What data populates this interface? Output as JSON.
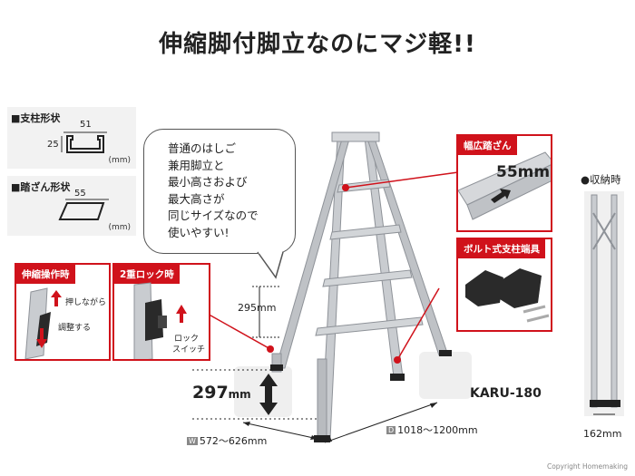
{
  "title": "伸縮脚付脚立なのにマジ軽!!",
  "pillar_shape": {
    "header": "■支柱形状",
    "width": "51",
    "height": "25",
    "unit": "(mm)"
  },
  "step_shape": {
    "header": "■踏ざん形状",
    "width": "55",
    "unit": "(mm)"
  },
  "bubble": {
    "lines": [
      "普通のはしご",
      "兼用脚立と",
      "最小高さおよび",
      "最大高さが",
      "同じサイズなので",
      "使いやすい!"
    ]
  },
  "wide_step": {
    "label": "幅広踏ざん",
    "value": "55mm"
  },
  "bolt_foot": {
    "label": "ボルト式支柱端具"
  },
  "storage": {
    "label": "●収納時",
    "width": "162mm"
  },
  "extend_op": {
    "label": "伸縮操作時",
    "press": "押しながら",
    "adjust": "調整する"
  },
  "double_lock": {
    "label": "2重ロック時",
    "lock": "ロック",
    "switch": "スイッチ"
  },
  "dims": {
    "leg_range": "295mm",
    "extend": "297",
    "extend_unit": "mm",
    "w_tag": "W",
    "w_value": "572～626mm",
    "d_tag": "D",
    "d_value": "1018～1200mm"
  },
  "model": "KARU-180",
  "copyright": "Copyright Homemaking",
  "colors": {
    "accent": "#d0121b",
    "aluminum": "#c9ccd0",
    "dark": "#222222"
  }
}
